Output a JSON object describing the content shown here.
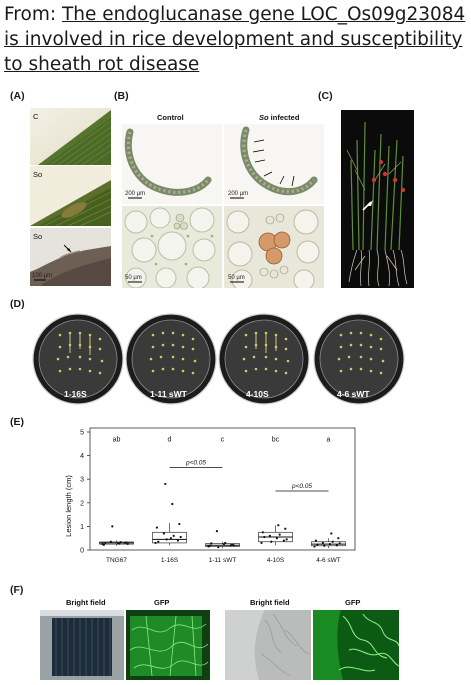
{
  "header": {
    "prefix": "From: ",
    "link_text": "The endoglucanase gene LOC_Os09g23084 is involved in rice development and susceptibility to sheath rot disease"
  },
  "panel_a": {
    "label": "(A)",
    "tag_c": "C",
    "tag_so": "So",
    "tag_so2": "So",
    "scale": "100 µm"
  },
  "panel_b": {
    "label": "(B)",
    "control_title": "Control",
    "infected_title_italic": "So",
    "infected_title_rest": " infected",
    "scale_tl": "200 µm",
    "scale_tr": "200 µm",
    "scale_bl": "50 µm",
    "scale_br": "50 µm"
  },
  "panel_c": {
    "label": "(C)"
  },
  "panel_d": {
    "label": "(D)",
    "dishes": [
      "1-16S",
      "1-11 sWT",
      "4-10S",
      "4-6 sWT"
    ]
  },
  "panel_e": {
    "label": "(E)"
  },
  "panel_f": {
    "label": "(F)",
    "titles": [
      "Bright field",
      "GFP",
      "Bright field",
      "GFP"
    ]
  },
  "colors": {
    "leaf_green": "#4e6b2a",
    "gfp_green": "#2fbf3a",
    "dark_bg": "#0d0d0d",
    "dish_bg": "#2c2c2c"
  },
  "chart_data": {
    "type": "box",
    "ylabel": "Lesion length (cm)",
    "ylim": [
      0,
      5
    ],
    "yticks": [
      "0",
      "1",
      "2",
      "3",
      "4",
      "5"
    ],
    "categories": [
      "TNG67",
      "1-16S",
      "1-11 sWT",
      "4-10S",
      "4-6 sWT"
    ],
    "letters": [
      "ab",
      "d",
      "c",
      "bc",
      "a"
    ],
    "boxes": [
      {
        "min": 0.18,
        "q1": 0.25,
        "median": 0.3,
        "q3": 0.34,
        "max": 0.4
      },
      {
        "min": 0.2,
        "q1": 0.3,
        "median": 0.45,
        "q3": 0.75,
        "max": 1.15
      },
      {
        "min": 0.08,
        "q1": 0.15,
        "median": 0.2,
        "q3": 0.27,
        "max": 0.35
      },
      {
        "min": 0.2,
        "q1": 0.35,
        "median": 0.55,
        "q3": 0.75,
        "max": 1.05
      },
      {
        "min": 0.08,
        "q1": 0.18,
        "median": 0.25,
        "q3": 0.35,
        "max": 0.5
      }
    ],
    "points": [
      [
        0.25,
        0.3,
        0.28,
        0.35,
        0.22,
        0.32,
        0.27,
        1.0,
        0.3,
        0.26,
        0.33
      ],
      [
        0.3,
        0.4,
        0.5,
        0.7,
        0.95,
        1.1,
        1.95,
        2.8,
        0.35,
        0.55,
        0.6,
        0.45
      ],
      [
        0.15,
        0.2,
        0.25,
        0.8,
        0.18,
        0.22,
        0.3,
        0.12,
        0.28,
        0.2
      ],
      [
        0.3,
        0.4,
        0.5,
        0.6,
        0.75,
        0.9,
        1.05,
        0.35,
        0.55,
        0.45,
        0.65
      ],
      [
        0.15,
        0.2,
        0.25,
        0.3,
        0.4,
        0.5,
        0.7,
        0.18,
        0.22,
        0.28,
        0.35
      ]
    ],
    "comparisons": [
      {
        "from": "1-16S",
        "to": "1-11 sWT",
        "label": "p<0.05",
        "y": 3.5
      },
      {
        "from": "4-10S",
        "to": "4-6 sWT",
        "label": "p<0.05",
        "y": 2.5
      }
    ]
  }
}
